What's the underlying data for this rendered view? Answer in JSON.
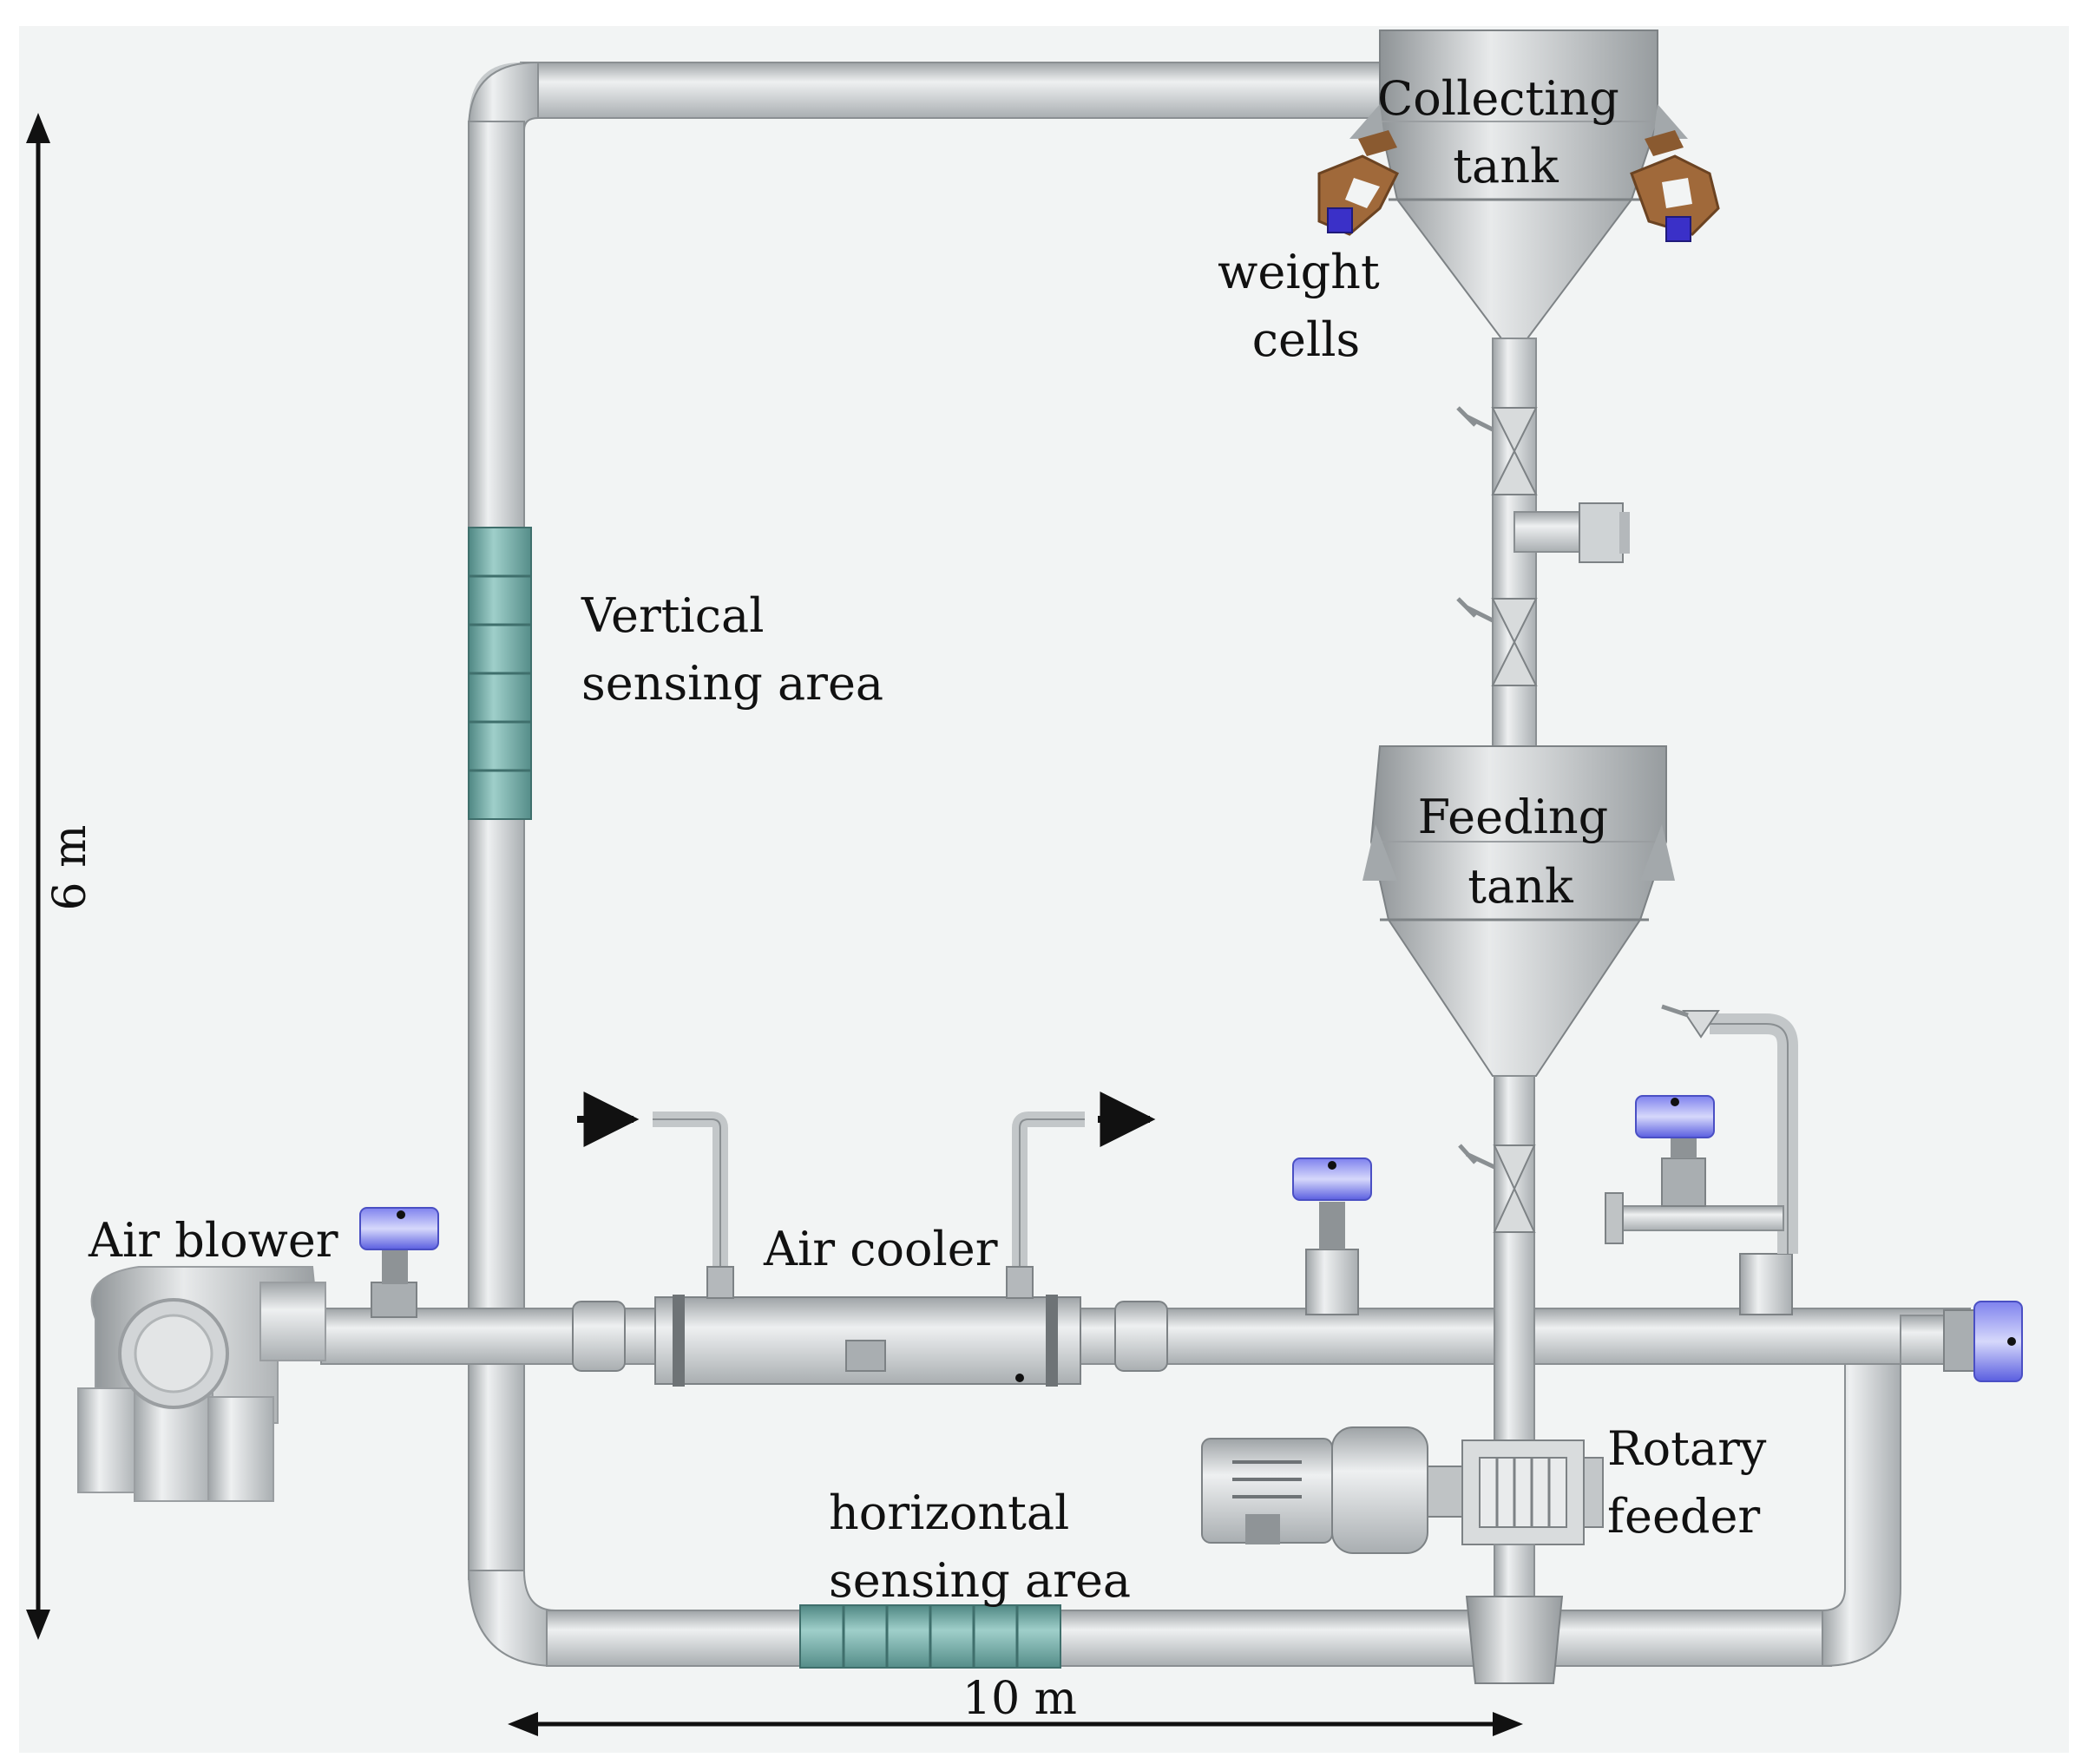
{
  "labels": {
    "collecting_tank": [
      "Collecting",
      "tank"
    ],
    "weight_cells": [
      "weight",
      "cells"
    ],
    "vertical_sensing_area": [
      "Vertical",
      "sensing area"
    ],
    "feeding_tank": [
      "Feeding",
      "tank"
    ],
    "air_blower": "Air blower",
    "air_cooler": "Air cooler",
    "rotary_feeder": [
      "Rotary",
      "feeder"
    ],
    "horizontal_sensing_area": [
      "horizontal",
      "sensing area"
    ]
  },
  "dimensions": {
    "height": "6 m",
    "width": "10 m"
  },
  "colors": {
    "background": "#f2f4f4",
    "pipe": "#c9cdcf",
    "sensor": "#6fa7a3",
    "valve_blue": "#5a5ee0",
    "load_cell_brown": "#a0693a"
  }
}
